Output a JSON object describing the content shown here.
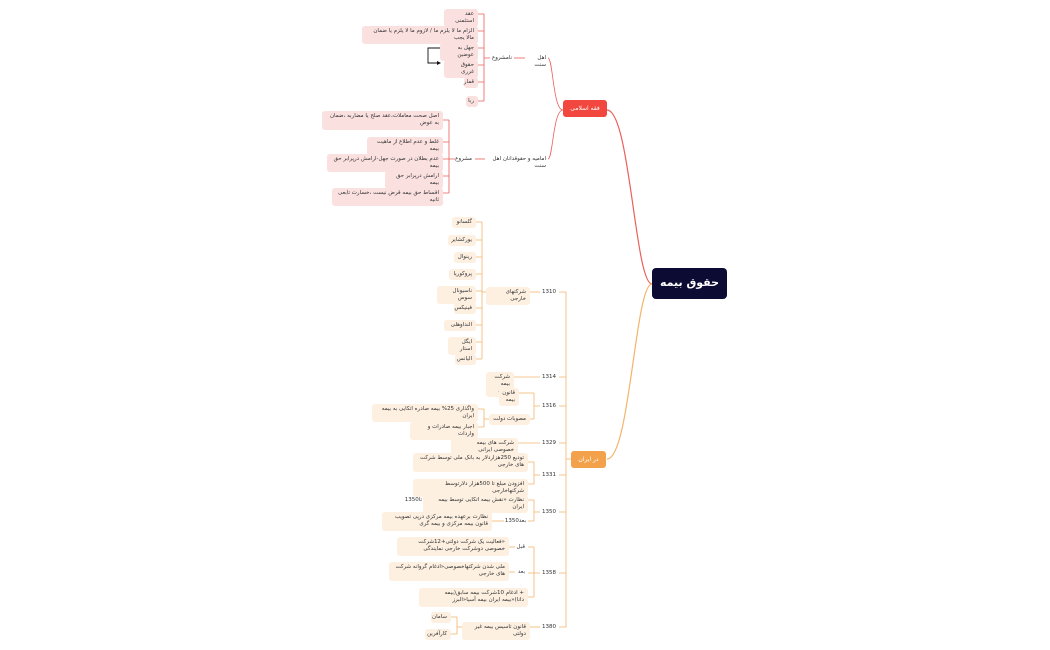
{
  "colors": {
    "root_bg": "#0b0b33",
    "red": "#f1473f",
    "orange": "#f3a24b",
    "pink_node": "#fbe0e0",
    "peach_node": "#fdf0e1",
    "red_line": "#ea5f5a",
    "orange_line": "#f3b46b"
  },
  "root": {
    "label": "حقوق بیمه"
  },
  "red_branch": {
    "label": "فقه اسلامی",
    "ahl_sunnat": {
      "label": "اهل سنت",
      "mashru": "نامشروع",
      "items": [
        "عقد استثمنی",
        "الزام ما لا یلزم ما / لازوم ما لا یلزم یا ضمان مالا یجب",
        "جهل به عوضین",
        "حقوق غرری",
        "قمار",
        "ربا"
      ]
    },
    "imamieh": {
      "label": "امامیه و حقوقدانان اهل سنت",
      "mashru": "مشروع",
      "items": [
        "اصل صحت معاملات،عقد صلح یا مضاربه ،ضمان به عوض",
        "غلط و عدم اطلاع از ماهیت بیمه",
        "عدم بطلان در صورت جهل-ارامش درپرابر حق بیمه",
        "ارامش درپرابر حق بیمه",
        "اقساط حق بیمه قرض نیست ،خسارت تابعی ثانیه"
      ]
    }
  },
  "orange_branch": {
    "label": "در ایران",
    "y1310": {
      "label": "1310",
      "sub": "شرکتهای خارجی",
      "items": [
        "گلسانو",
        "یورکشایر",
        "رینوال",
        "پروکوریا",
        "ناسیونال سوس",
        "فینیکس",
        "النداوهلی",
        "ایگل استار",
        "الیانس"
      ]
    },
    "y1314": {
      "label": "1314",
      "sub": "شرکت بیمه ایران"
    },
    "y1316": {
      "label": "1316",
      "sub1": "قانون بیمه",
      "sub2": "مصوبات دولت",
      "items": [
        "واگذاری 25% بیمه صادره اتکایی به بیمه ایران",
        "اجبار بیمه صادرات و واردات"
      ]
    },
    "y1329": {
      "label": "1329",
      "sub": "شرکت های بیمه خصوصی ایرانی"
    },
    "y1331": {
      "label": "1331",
      "items": [
        "تودیع 250هزاردلار به بانک ملی توسط شرکت های خارجی",
        "افزودن مبلغ تا 500هزار دلارتوسط شرکتهاخارجی"
      ]
    },
    "y1350": {
      "label": "1350",
      "a_label": "تا1350",
      "a_text": "نظارت «نقش بیمه اتکایی توسط بیمه ایران",
      "b_label": "بعد1350",
      "b_text": "نظارت برعهده بیمه مرکزی درپی تصویب قانون بیمه مرکزی و بیمه گری"
    },
    "y1358": {
      "label": "1358",
      "qabl": "قبل",
      "qabl_text": "«فعالیت یک شرکت دولتی+12شرکت خصوصی دوشرکت خارجی نمایندگی",
      "bad": "بعد",
      "bad_text": "ملی شدن شرکتهاخصوصی«ادغام گروانه شرکت های خارجی",
      "extra": "+ ادغام 10شرکت بیمه سابق(بیمه دانا)«بیمه ایران بیمه آسیا«البرز"
    },
    "y1380": {
      "label": "1380",
      "sub": "قانون تاسیس بیمه غیر دولتی",
      "items": [
        "سامان",
        "کارآفرین"
      ]
    }
  }
}
